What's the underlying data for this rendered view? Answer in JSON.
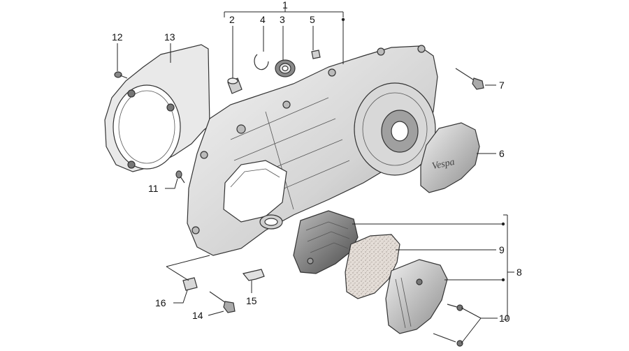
{
  "diagram": {
    "callouts": [
      "1",
      "2",
      "3",
      "4",
      "5",
      "6",
      "7",
      "8",
      "9",
      "10",
      "11",
      "12",
      "13",
      "14",
      "15",
      "16"
    ],
    "logo_text": "Vespa"
  },
  "colors": {
    "ink": "#222222",
    "part_light": "#e6e6e6",
    "part_mid": "#c8c8c8",
    "part_dark": "#7a7a7a",
    "filter": "#d9d2cc"
  }
}
